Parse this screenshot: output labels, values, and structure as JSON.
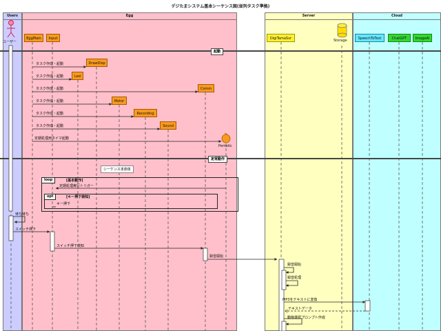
{
  "title": "デジたまシステム基本シーケンス図(並列タスク準拠)",
  "lanes": {
    "users": "Users",
    "egg": "Egg",
    "server": "Server",
    "cloud": "Cloud"
  },
  "participants": {
    "user": "ユーザー",
    "eggmain": "EggMain",
    "input": "Input",
    "drawdisp": "DrawDisp",
    "led": "Led",
    "comm": "Comm",
    "motor": "Motor",
    "recording": "Recording",
    "sound": "Sound",
    "periodic": "Periodic",
    "digitamasvr": "DigiTamaSvr",
    "storage": "Storage",
    "stt": "SpeechToText",
    "chatgpt": "ChatGPT",
    "imageai": "ImageAI"
  },
  "sections": {
    "boot": "起動",
    "steady": "定常動作"
  },
  "messages": {
    "m1": "タスク作成・起動",
    "m2": "タスク作成・起動",
    "m3": "タスク作成・起動",
    "m4": "タスク作成・起動",
    "m5": "タスク作成・起動",
    "m6": "タスク作成・起動",
    "m7": "定期処理用タイマ起動",
    "trigger": "定期処理実行トリガー",
    "keypress": "キー押下",
    "wait": "待ち待ち",
    "switch": "スイッチ押下",
    "switch_detect": "スイッチ押下検知",
    "rec_start": "録音開始",
    "rec_begin": "録音開始",
    "rec_proc": "録音処理",
    "mp3": "MP3をテキストに変換",
    "text_data": "テキストデータ",
    "prompt": "動物選択プロンプト作成"
  },
  "frames": {
    "loop_tag": "loop",
    "loop_cond": "[基本動作]",
    "opt_tag": "opt",
    "opt_cond": "[キー押下検知]"
  },
  "notes": {
    "sequence": "シーケンス本体体"
  },
  "colors": {
    "users_lane": "#ccccff",
    "egg_lane": "#ffc0cb",
    "server_lane": "#ffffc0",
    "cloud_lane": "#c0ffff",
    "orange": "#f79a1f"
  }
}
